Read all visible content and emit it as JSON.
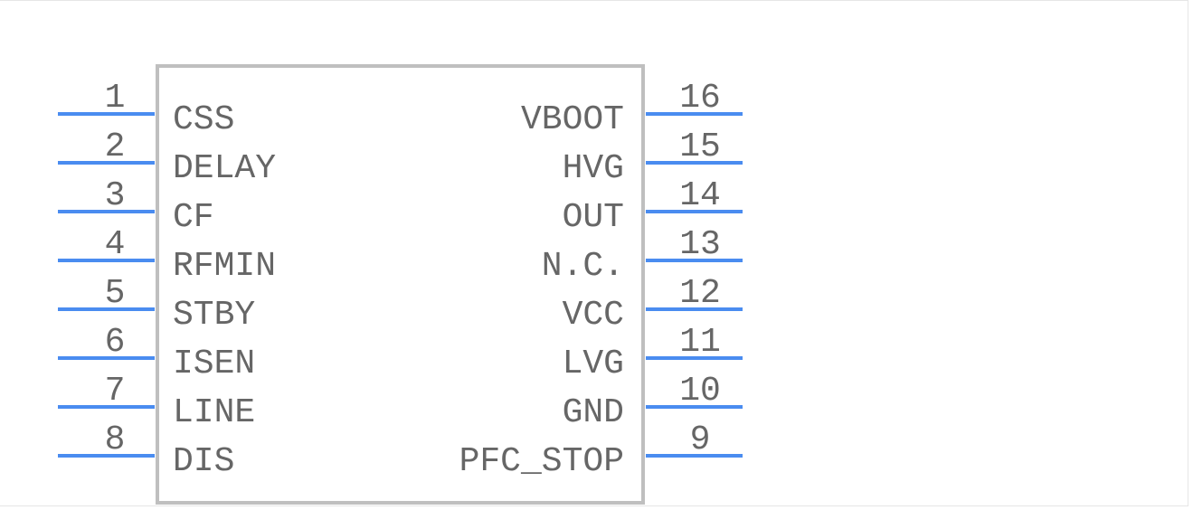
{
  "component": {
    "left_pins": [
      {
        "number": "1",
        "name": "CSS"
      },
      {
        "number": "2",
        "name": "DELAY"
      },
      {
        "number": "3",
        "name": "CF"
      },
      {
        "number": "4",
        "name": "RFMIN"
      },
      {
        "number": "5",
        "name": "STBY"
      },
      {
        "number": "6",
        "name": "ISEN"
      },
      {
        "number": "7",
        "name": "LINE"
      },
      {
        "number": "8",
        "name": "DIS"
      }
    ],
    "right_pins": [
      {
        "number": "16",
        "name": "VBOOT"
      },
      {
        "number": "15",
        "name": "HVG"
      },
      {
        "number": "14",
        "name": "OUT"
      },
      {
        "number": "13",
        "name": "N.C."
      },
      {
        "number": "12",
        "name": "VCC"
      },
      {
        "number": "11",
        "name": "LVG"
      },
      {
        "number": "10",
        "name": "GND"
      },
      {
        "number": "9",
        "name": "PFC_STOP"
      }
    ]
  },
  "colors": {
    "pin_line": "#4a8cf0",
    "body_outline": "#bfbfbf",
    "text": "#666666"
  }
}
